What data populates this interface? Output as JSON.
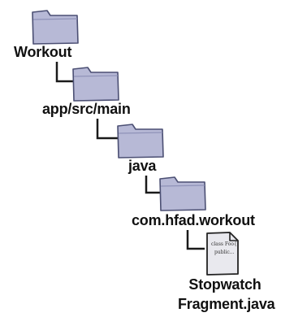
{
  "tree": {
    "nodes": [
      {
        "kind": "folder",
        "icon": "folder-icon",
        "label": "Workout"
      },
      {
        "kind": "folder",
        "icon": "folder-icon",
        "label": "app/src/main"
      },
      {
        "kind": "folder",
        "icon": "folder-icon",
        "label": "java"
      },
      {
        "kind": "folder",
        "icon": "folder-icon",
        "label": "com.hfad.workout"
      },
      {
        "kind": "file",
        "icon": "java-file-icon",
        "label_line1": "Stopwatch",
        "label_line2": "Fragment.java"
      }
    ],
    "file_doc_lines": [
      "class Foo{",
      "public..."
    ]
  },
  "colors": {
    "folder_fill": "#b7b9d6",
    "folder_stroke": "#4b4f73",
    "connector": "#1a1a1a",
    "file_fill": "#e9e9ee"
  }
}
